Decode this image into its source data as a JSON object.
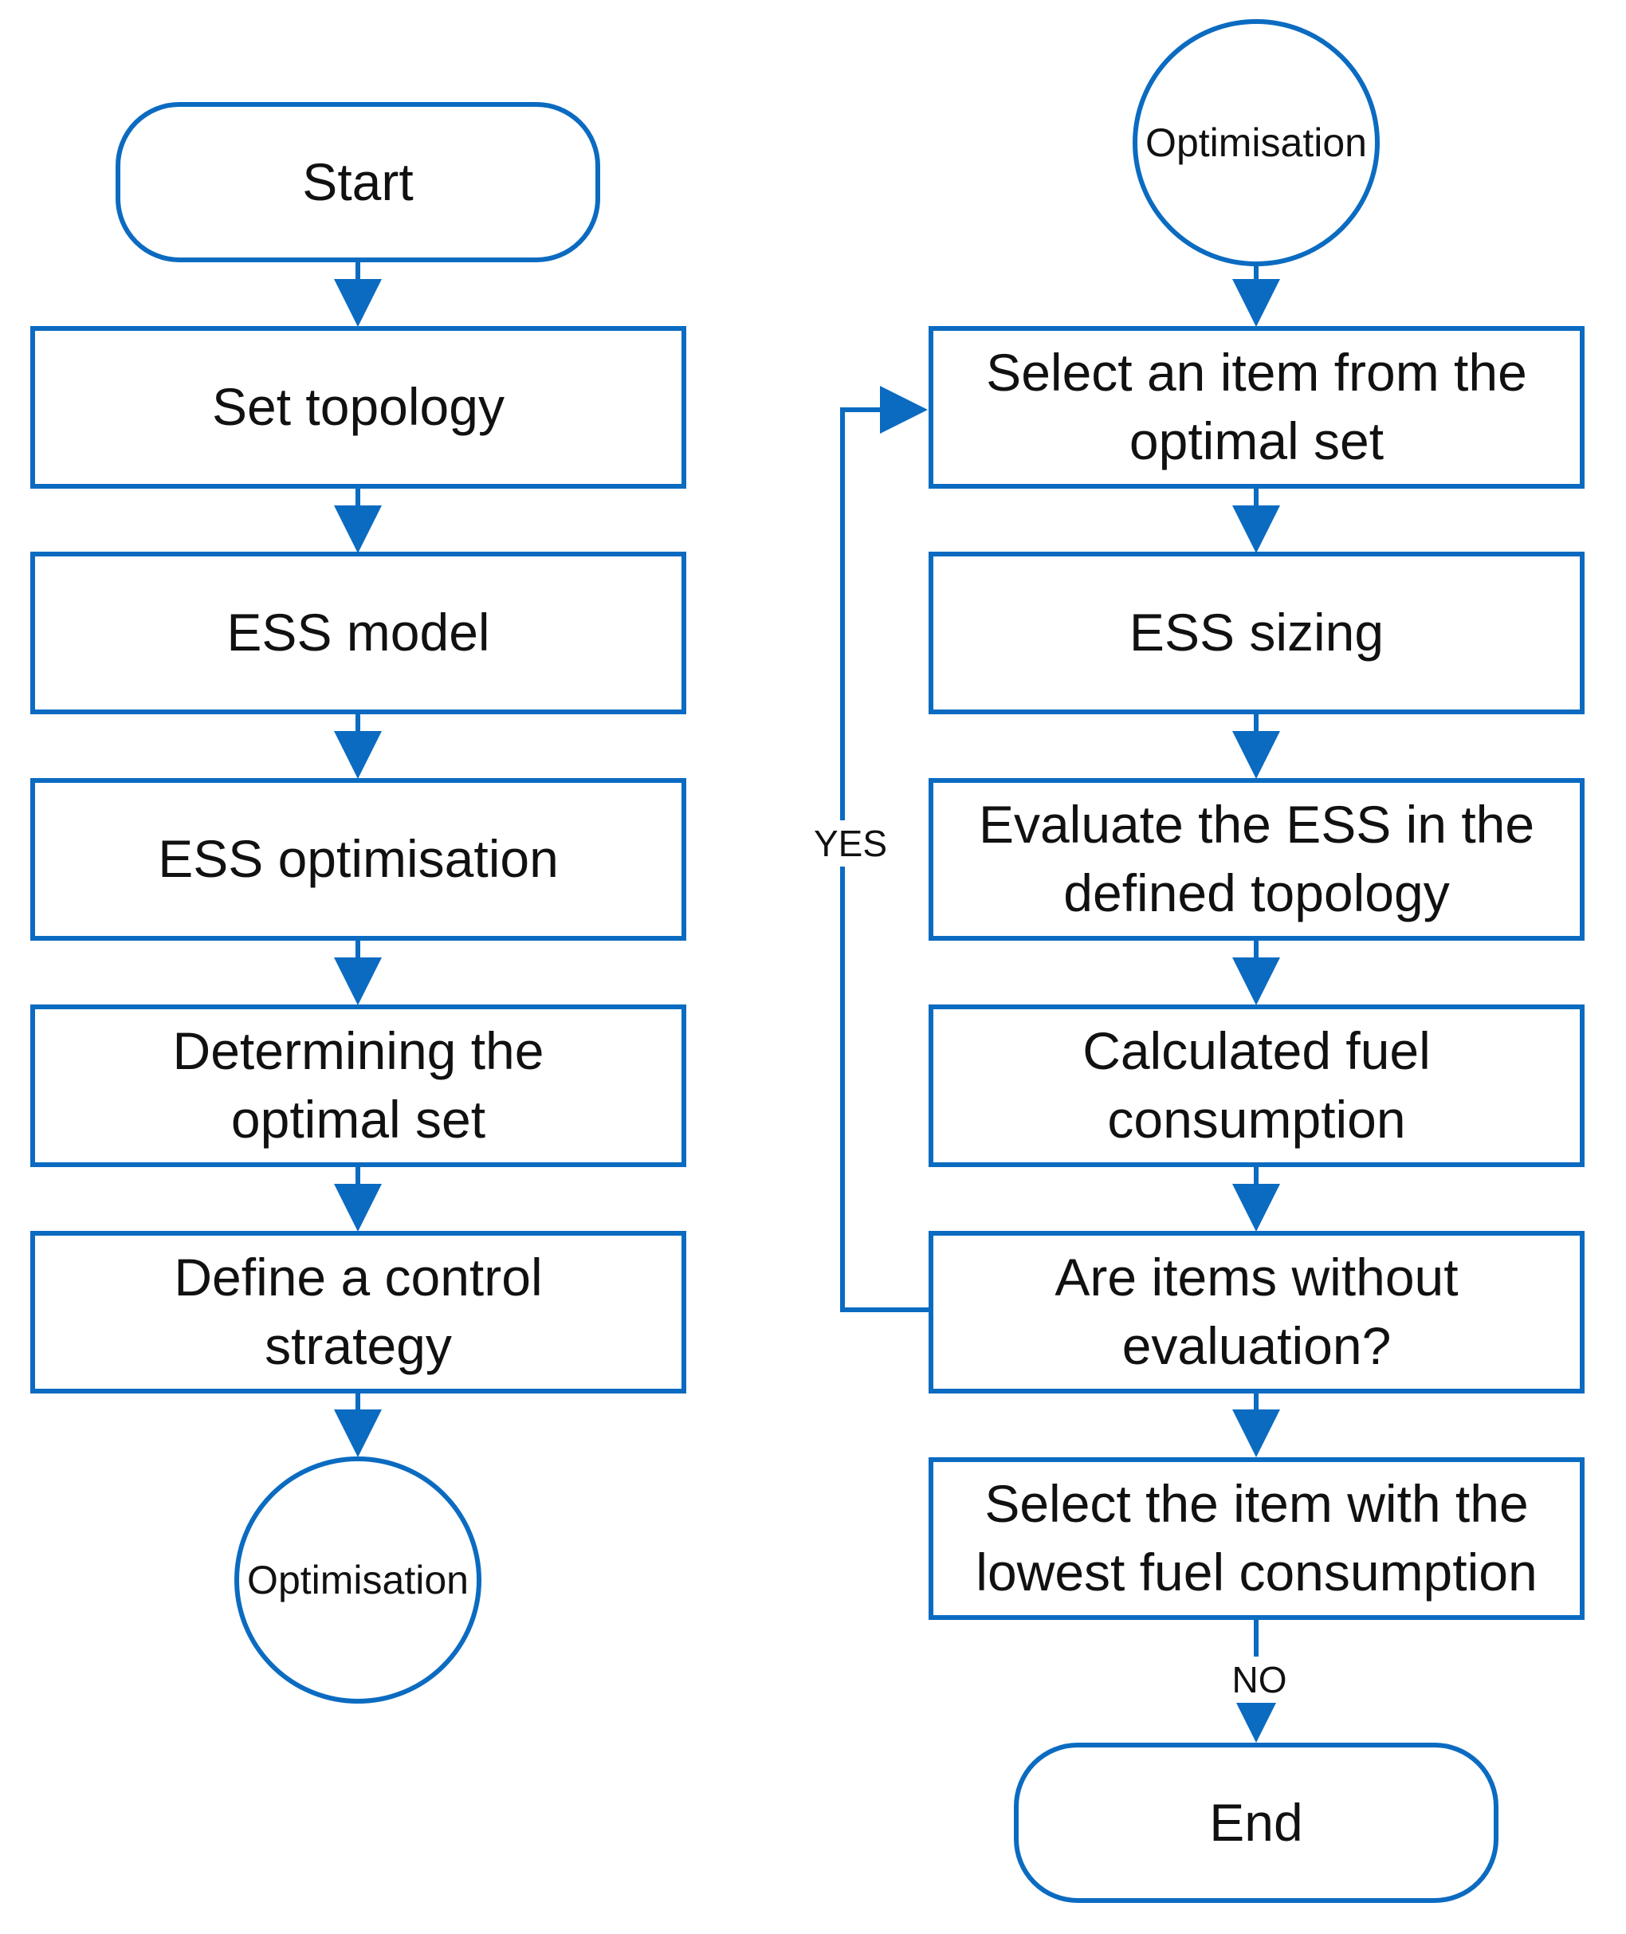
{
  "colors": {
    "accent": "#0b6bc1",
    "text": "#111111",
    "background": "#ffffff"
  },
  "left_column": {
    "start": "Start",
    "set_topology": "Set topology",
    "ess_model": "ESS model",
    "ess_optimisation": "ESS optimisation",
    "determining_optimal_set": "Determining the\noptimal set",
    "define_control_strategy": "Define a control\nstrategy",
    "connector_out": "Optimisation"
  },
  "right_column": {
    "connector_in": "Optimisation",
    "select_item": "Select an item from the\noptimal set",
    "ess_sizing": "ESS sizing",
    "evaluate_ess": "Evaluate the ESS in the\ndefined topology",
    "calculated_fuel": "Calculated fuel\nconsumption",
    "items_without_evaluation": "Are items without\nevaluation?",
    "select_lowest": "Select the item with the\nlowest fuel consumption",
    "end": "End"
  },
  "edge_labels": {
    "yes": "YES",
    "no": "NO"
  }
}
